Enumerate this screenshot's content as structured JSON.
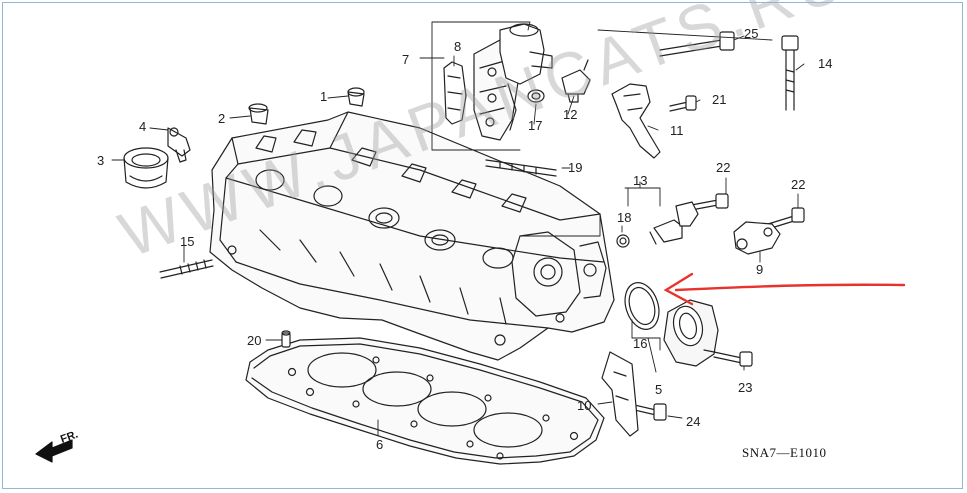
{
  "diagram": {
    "code": "SNA7—E1010",
    "direction_label": "FR.",
    "watermark": "WWW.JAPANCATS.RU",
    "accent_color": "#e8322e",
    "line_color": "#222222",
    "callouts": [
      "1",
      "2",
      "3",
      "4",
      "5",
      "6",
      "7",
      "8",
      "9",
      "10",
      "11",
      "12",
      "13",
      "14",
      "15",
      "16",
      "17",
      "18",
      "19",
      "20",
      "21",
      "22",
      "22",
      "23",
      "24",
      "25"
    ]
  }
}
